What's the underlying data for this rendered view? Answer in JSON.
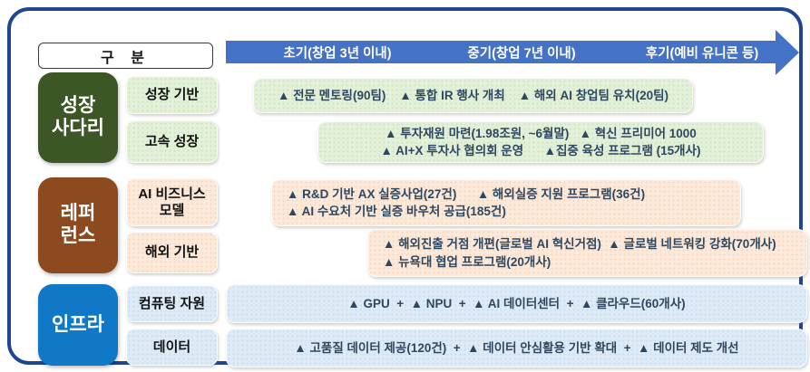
{
  "palette": {
    "frame_border": "#1F4593",
    "arrow_blue": "#4472C4",
    "section_green": "#3C5626",
    "section_brown": "#8C4A1E",
    "section_blue": "#1178C8",
    "content_green": "#E3F0D9",
    "content_peach": "#FCE9DA",
    "content_lightblue": "#DEEBF7",
    "content_text": "#2E4760"
  },
  "header": {
    "divider_label": "구 분",
    "phases": [
      {
        "label": "초기(창업 3년 이내)"
      },
      {
        "label": "중기(창업 7년 이내)"
      },
      {
        "label": "후기(예비 유니콘 등)"
      }
    ]
  },
  "sections": [
    {
      "label": "성장\n사다리",
      "rows": [
        {
          "sublabel": "성장 기반",
          "lines": [
            "▲ 전문 멘토링(90팀)    ▲ 통합 IR 행사 개최    ▲ 해외 AI 창업팀 유치(20팀)"
          ]
        },
        {
          "sublabel": "고속 성장",
          "lines": [
            "▲ 투자재원 마련(1.98조원, ~6월말)   ▲ 혁신 프리미어 1000",
            "▲ AI+X 투자사 협의회 운영      ▲집중 육성 프로그램 (15개사)"
          ]
        }
      ]
    },
    {
      "label": "레퍼\n런스",
      "rows": [
        {
          "sublabel": "AI 비즈니스\n모델",
          "lines": [
            "▲ R&D 기반 AX 실증사업(27건)      ▲ 해외실증 지원 프로그램(36건)",
            "▲ AI 수요처 기반 실증 바우처 공급(185건)"
          ]
        },
        {
          "sublabel": "해외 기반",
          "lines": [
            "▲ 해외진출 거점 개편(글로벌 AI 혁신거점)  ▲ 글로벌 네트워킹 강화(70개사)",
            "▲ 뉴욕대 협업 프로그램(20개사)"
          ]
        }
      ]
    },
    {
      "label": "인프라",
      "rows": [
        {
          "sublabel": "컴퓨팅 자원",
          "lines": [
            "▲ GPU  +  ▲ NPU  +  ▲ AI 데이터센터  +  ▲ 클라우드(60개사)"
          ]
        },
        {
          "sublabel": "데이터",
          "lines": [
            "▲ 고품질 데이터 제공(120건)  +  ▲ 데이터 안심활용 기반 확대  +  ▲ 데이터 제도 개선"
          ]
        }
      ]
    }
  ]
}
